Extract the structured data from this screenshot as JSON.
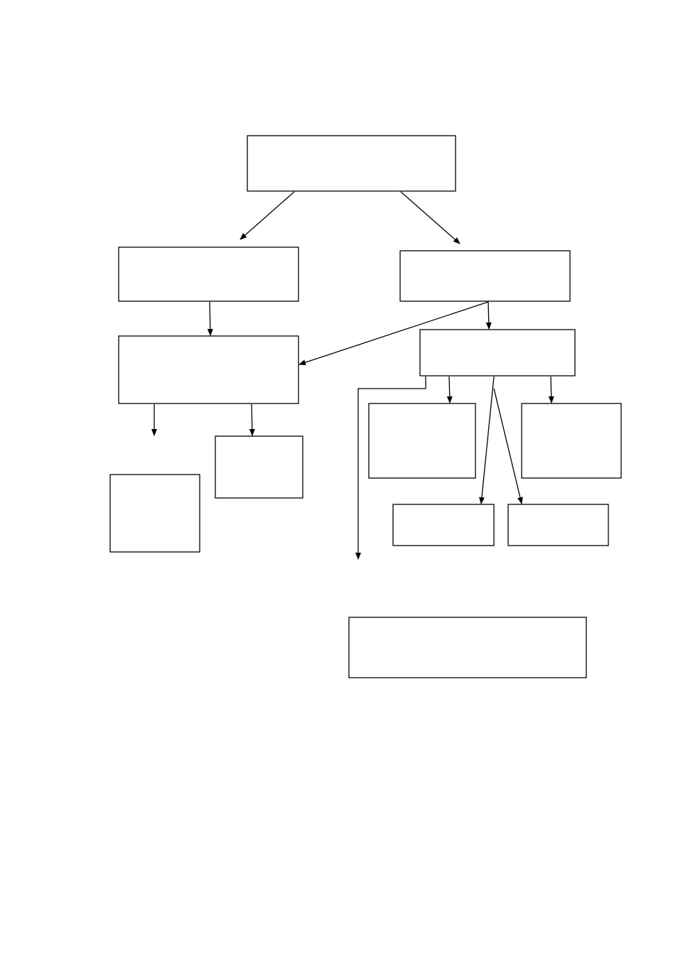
{
  "diagram": {
    "type": "flowchart",
    "line_color": "#000000",
    "box_fill": "#ffffff",
    "boxes": [
      {
        "id": "top",
        "label": ""
      },
      {
        "id": "left-level-2",
        "label": ""
      },
      {
        "id": "right-level-2",
        "label": ""
      },
      {
        "id": "left-level-3",
        "label": ""
      },
      {
        "id": "right-level-3",
        "label": ""
      },
      {
        "id": "left-leaf-a",
        "label": ""
      },
      {
        "id": "left-leaf-b",
        "label": ""
      },
      {
        "id": "right-leaf-a",
        "label": ""
      },
      {
        "id": "right-leaf-b",
        "label": ""
      },
      {
        "id": "right-leaf-c",
        "label": ""
      },
      {
        "id": "right-leaf-d",
        "label": ""
      },
      {
        "id": "bottom-box",
        "label": ""
      }
    ],
    "connections": [
      {
        "from": "top",
        "to": "left-level-2"
      },
      {
        "from": "top",
        "to": "right-level-2"
      },
      {
        "from": "left-level-2",
        "to": "left-level-3"
      },
      {
        "from": "right-level-2",
        "to": "left-level-3"
      },
      {
        "from": "right-level-2",
        "to": "right-level-3"
      },
      {
        "from": "left-level-3",
        "to": "left-leaf-a"
      },
      {
        "from": "left-level-3",
        "to": "left-leaf-b"
      },
      {
        "from": "right-level-3",
        "to": "right-leaf-a"
      },
      {
        "from": "right-level-3",
        "to": "right-leaf-b"
      },
      {
        "from": "right-level-3",
        "to": "right-leaf-c"
      },
      {
        "from": "right-level-3",
        "to": "right-leaf-d"
      },
      {
        "from": "right-level-3",
        "to": "bottom-box"
      }
    ]
  }
}
